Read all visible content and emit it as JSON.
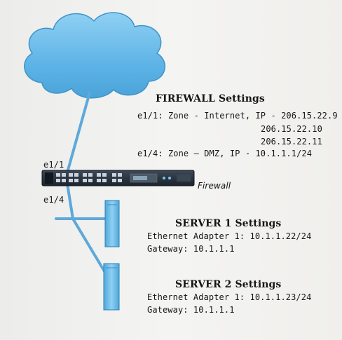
{
  "firewall": {
    "heading": "FIREWALL Settings",
    "e1_1_line": "e1/1:  Zone - Internet, IP - 206.15.22.9",
    "e1_1_ip2": "206.15.22.10",
    "e1_1_ip3": "206.15.22.11",
    "e1_4_line": "e1/4:  Zone – DMZ, IP - 10.1.1.1/24",
    "device_label": "Firewall",
    "port_e1_1": "e1/1",
    "port_e1_4": "e1/4"
  },
  "server1": {
    "heading": "SERVER 1 Settings",
    "adapter": "Ethernet Adapter 1:  10.1.1.22/24",
    "gateway": "Gateway:  10.1.1.1"
  },
  "server2": {
    "heading": "SERVER 2 Settings",
    "adapter": "Ethernet Adapter 1:  10.1.1.23/24",
    "gateway": "Gateway:  10.1.1.1"
  },
  "colors": {
    "cloud_fill": "#5eb4e6",
    "cable": "#5ea8da",
    "server_fill": "#6bbbe5",
    "appliance_body": "#26313d"
  }
}
